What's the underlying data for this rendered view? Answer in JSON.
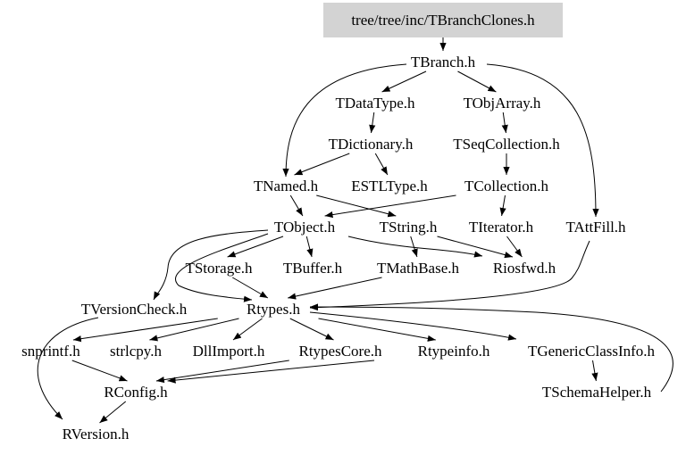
{
  "root": {
    "id": "root",
    "label": "tree/tree/inc/TBranchClones.h",
    "fill": "#d3d3d3"
  },
  "nodes": [
    {
      "id": "TBranch",
      "label": "TBranch.h"
    },
    {
      "id": "TDataType",
      "label": "TDataType.h"
    },
    {
      "id": "TObjArray",
      "label": "TObjArray.h"
    },
    {
      "id": "TDictionary",
      "label": "TDictionary.h"
    },
    {
      "id": "TSeqCollection",
      "label": "TSeqCollection.h"
    },
    {
      "id": "TNamed",
      "label": "TNamed.h"
    },
    {
      "id": "ESTLType",
      "label": "ESTLType.h"
    },
    {
      "id": "TCollection",
      "label": "TCollection.h"
    },
    {
      "id": "TObject",
      "label": "TObject.h"
    },
    {
      "id": "TString",
      "label": "TString.h"
    },
    {
      "id": "TIterator",
      "label": "TIterator.h"
    },
    {
      "id": "TAttFill",
      "label": "TAttFill.h"
    },
    {
      "id": "TStorage",
      "label": "TStorage.h"
    },
    {
      "id": "TBuffer",
      "label": "TBuffer.h"
    },
    {
      "id": "TMathBase",
      "label": "TMathBase.h"
    },
    {
      "id": "Riosfwd",
      "label": "Riosfwd.h"
    },
    {
      "id": "TVersionCheck",
      "label": "TVersionCheck.h"
    },
    {
      "id": "Rtypes",
      "label": "Rtypes.h"
    },
    {
      "id": "snprintf",
      "label": "snprintf.h"
    },
    {
      "id": "strlcpy",
      "label": "strlcpy.h"
    },
    {
      "id": "DllImport",
      "label": "DllImport.h"
    },
    {
      "id": "RtypesCore",
      "label": "RtypesCore.h"
    },
    {
      "id": "Rtypeinfo",
      "label": "Rtypeinfo.h"
    },
    {
      "id": "TGenericClassInfo",
      "label": "TGenericClassInfo.h"
    },
    {
      "id": "RConfig",
      "label": "RConfig.h"
    },
    {
      "id": "TSchemaHelper",
      "label": "TSchemaHelper.h"
    },
    {
      "id": "RVersion",
      "label": "RVersion.h"
    }
  ],
  "edges": [
    [
      "root",
      "TBranch"
    ],
    [
      "TBranch",
      "TNamed"
    ],
    [
      "TBranch",
      "TDataType"
    ],
    [
      "TBranch",
      "TObjArray"
    ],
    [
      "TBranch",
      "TAttFill"
    ],
    [
      "TDataType",
      "TDictionary"
    ],
    [
      "TObjArray",
      "TSeqCollection"
    ],
    [
      "TDictionary",
      "TNamed"
    ],
    [
      "TDictionary",
      "ESTLType"
    ],
    [
      "TSeqCollection",
      "TCollection"
    ],
    [
      "TNamed",
      "TObject"
    ],
    [
      "TNamed",
      "TString"
    ],
    [
      "TCollection",
      "TObject"
    ],
    [
      "TCollection",
      "TIterator"
    ],
    [
      "TObject",
      "TStorage"
    ],
    [
      "TObject",
      "TBuffer"
    ],
    [
      "TObject",
      "Riosfwd"
    ],
    [
      "TObject",
      "TVersionCheck"
    ],
    [
      "TObject",
      "Rtypes"
    ],
    [
      "TString",
      "TMathBase"
    ],
    [
      "TString",
      "Riosfwd"
    ],
    [
      "TIterator",
      "Riosfwd"
    ],
    [
      "TAttFill",
      "Rtypes"
    ],
    [
      "TStorage",
      "Rtypes"
    ],
    [
      "TMathBase",
      "Rtypes"
    ],
    [
      "TVersionCheck",
      "RVersion"
    ],
    [
      "Rtypes",
      "snprintf"
    ],
    [
      "Rtypes",
      "strlcpy"
    ],
    [
      "Rtypes",
      "DllImport"
    ],
    [
      "Rtypes",
      "RtypesCore"
    ],
    [
      "Rtypes",
      "Rtypeinfo"
    ],
    [
      "Rtypes",
      "TGenericClassInfo"
    ],
    [
      "snprintf",
      "RConfig"
    ],
    [
      "RtypesCore",
      "RConfig"
    ],
    [
      "Rtypeinfo",
      "RConfig"
    ],
    [
      "RConfig",
      "RVersion"
    ],
    [
      "TGenericClassInfo",
      "TSchemaHelper"
    ],
    [
      "TSchemaHelper",
      "Rtypes"
    ]
  ]
}
